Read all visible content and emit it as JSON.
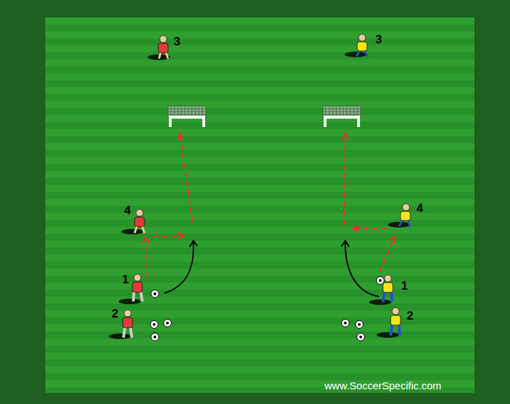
{
  "diagram": {
    "labels": [
      "3",
      "3",
      "4",
      "1",
      "2",
      "4",
      "1",
      "2",
      "www.SoccerSpecific.com"
    ]
  }
}
